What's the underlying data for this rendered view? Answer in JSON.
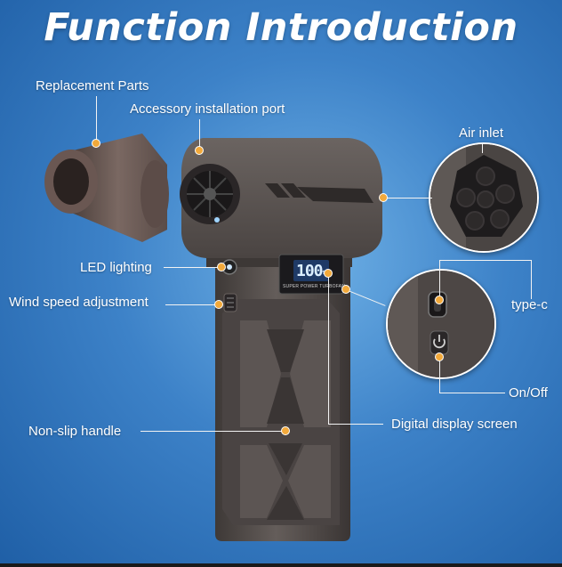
{
  "title": "Function Introduction",
  "labels": {
    "replacement_parts": "Replacement Parts",
    "accessory_port": "Accessory installation port",
    "air_inlet": "Air inlet",
    "led_lighting": "LED lighting",
    "wind_speed": "Wind speed adjustment",
    "type_c": "type-c",
    "on_off": "On/Off",
    "digital_display": "Digital display screen",
    "non_slip": "Non-slip handle"
  },
  "display": {
    "value": "100",
    "unit": "%",
    "caption": "SUPER POWER TURBOFAN"
  },
  "colors": {
    "background_center": "#6fb1e6",
    "background_edge": "#1f5fa6",
    "device_body": "#5a5452",
    "marker": "#f2a93b",
    "leader_line": "#f3f3f3"
  },
  "icons": [
    "power-icon",
    "usb-c-port-icon",
    "fan-icon"
  ]
}
